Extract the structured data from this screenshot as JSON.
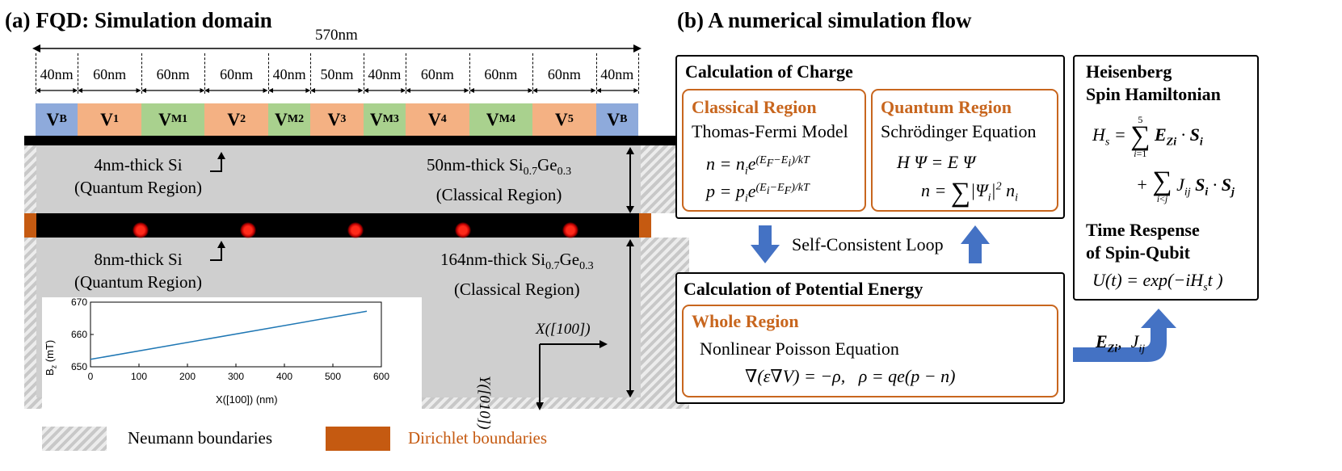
{
  "panel_a": {
    "title": "(a) FQD: Simulation domain",
    "total_width": "570nm",
    "widths": [
      "40nm",
      "60nm",
      "60nm",
      "60nm",
      "40nm",
      "50nm",
      "40nm",
      "60nm",
      "60nm",
      "60nm",
      "40nm"
    ],
    "gates": [
      {
        "main": "V",
        "sub": "B",
        "color": "#8eaadb"
      },
      {
        "main": "V",
        "sub": "1",
        "color": "#f4b183"
      },
      {
        "main": "V",
        "sub": "M1",
        "color": "#a9d18e"
      },
      {
        "main": "V",
        "sub": "2",
        "color": "#f4b183"
      },
      {
        "main": "V",
        "sub": "M2",
        "color": "#a9d18e"
      },
      {
        "main": "V",
        "sub": "3",
        "color": "#f4b183"
      },
      {
        "main": "V",
        "sub": "M3",
        "color": "#a9d18e"
      },
      {
        "main": "V",
        "sub": "4",
        "color": "#f4b183"
      },
      {
        "main": "V",
        "sub": "M4",
        "color": "#a9d18e"
      },
      {
        "main": "V",
        "sub": "5",
        "color": "#f4b183"
      },
      {
        "main": "V",
        "sub": "B",
        "color": "#8eaadb"
      }
    ],
    "top_si": {
      "line1": "4nm-thick Si",
      "line2": "(Quantum Region)"
    },
    "top_sige": {
      "prefix": "50nm-thick Si",
      "sub1": "0.7",
      "mid": "Ge",
      "sub2": "0.3",
      "line2": "(Classical Region)"
    },
    "bottom_si": {
      "line1": "8nm-thick Si",
      "line2": "(Quantum Region)"
    },
    "bottom_sige": {
      "prefix": "164nm-thick Si",
      "sub1": "0.7",
      "mid": "Ge",
      "sub2": "0.3",
      "line2": "(Classical Region)"
    },
    "axis_x": "X([100])",
    "axis_y": "Y([010])",
    "legend": {
      "neumann": "Neumann boundaries",
      "dirichlet": "Dirichlet boundaries"
    }
  },
  "chart_data": {
    "type": "line",
    "x": [
      0,
      570
    ],
    "series": [
      {
        "values": [
          652.3,
          667.2
        ],
        "color": "#1f77b4"
      }
    ],
    "xlabel": "X([100]) (nm)",
    "ylabel": "B_z (mT)",
    "ylabel_main": "B",
    "ylabel_sub": "z",
    "ylabel_tail": " (mT)",
    "xlim": [
      0,
      600
    ],
    "ylim": [
      650,
      670
    ],
    "xticks": [
      "0",
      "100",
      "200",
      "300",
      "400",
      "500",
      "600"
    ],
    "yticks": [
      "650",
      "660",
      "670"
    ]
  },
  "panel_b": {
    "title": "(b) A numerical simulation flow",
    "charge_title": "Calculation of Charge",
    "classical_title": "Classical Region",
    "classical_model": "Thomas-Fermi Model",
    "quantum_title": "Quantum Region",
    "quantum_model": "Schrödinger Equation",
    "loop": "Self-Consistent Loop",
    "potential_title": "Calculation of Potential Energy",
    "whole_title": "Whole Region",
    "poisson": "Nonlinear Poisson Equation",
    "heis1": "Heisenberg",
    "heis2": "Spin Hamiltonian",
    "time1": "Time Respense",
    "time2": "of Spin-Qubit"
  }
}
